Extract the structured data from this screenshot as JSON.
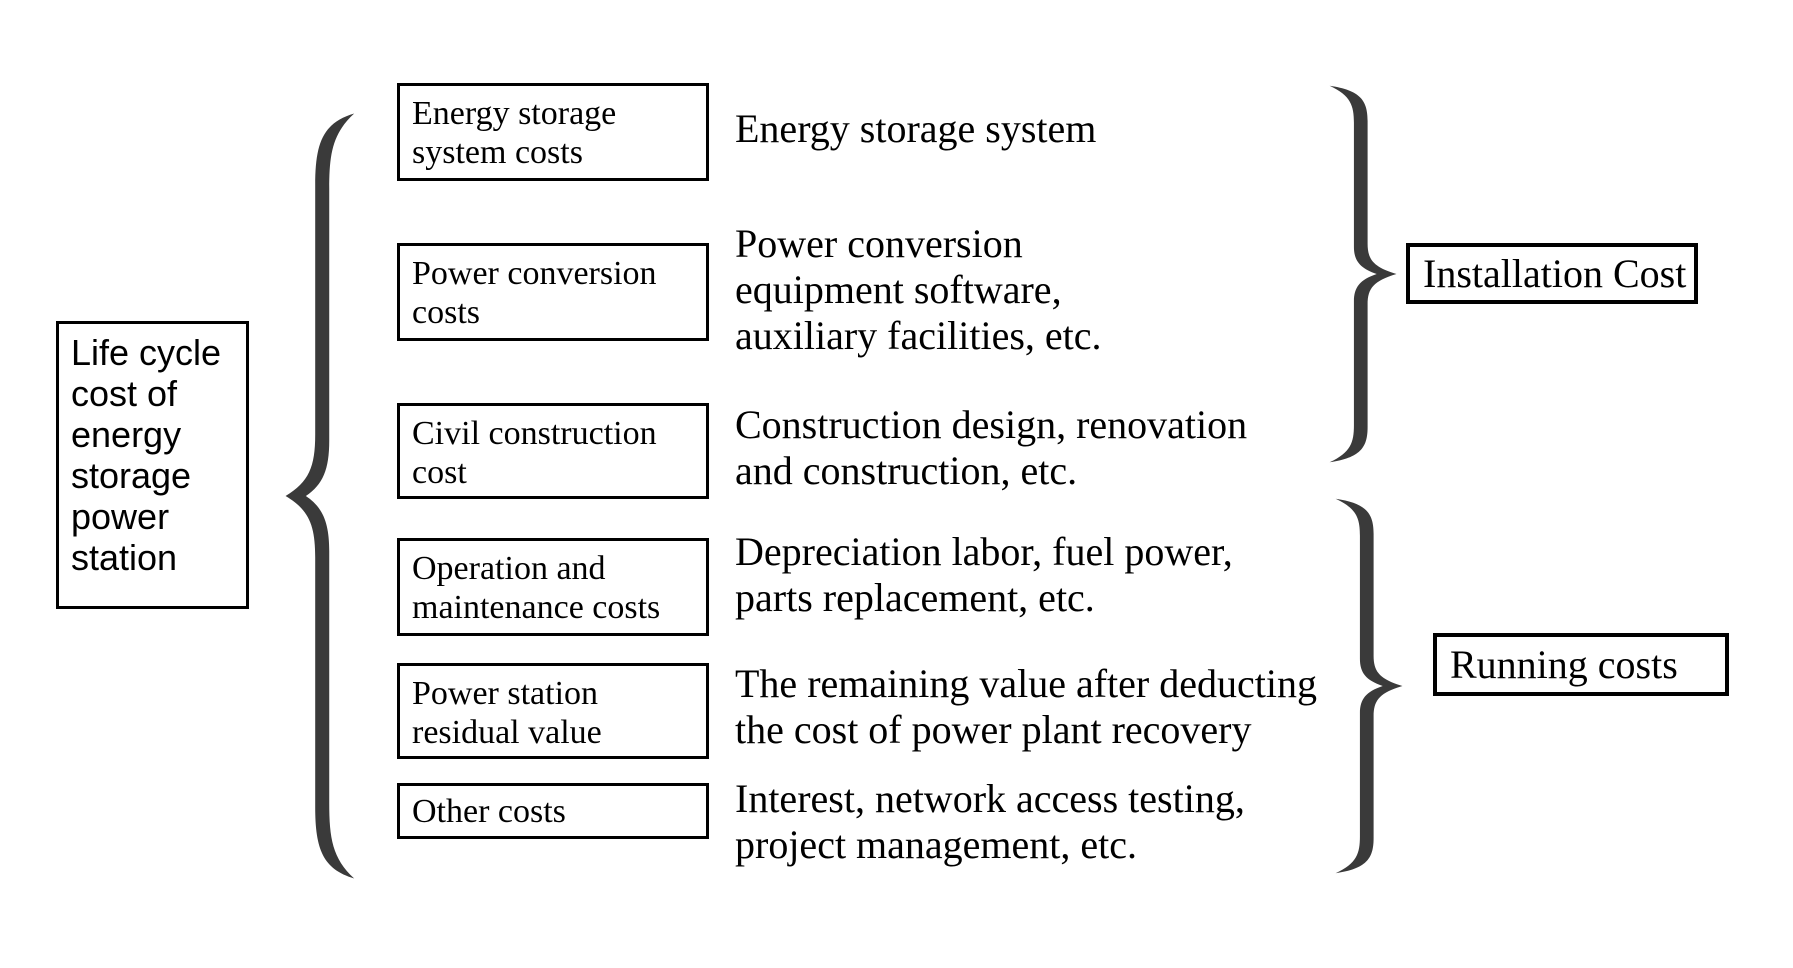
{
  "diagram": {
    "title_implied": "Life cycle cost breakdown of energy storage power station",
    "root": {
      "label": "Life cycle cost of energy storage power station"
    },
    "cost_items": [
      {
        "label": "Energy storage system costs",
        "description": "Energy storage system",
        "group": "Installation Cost"
      },
      {
        "label": "Power conversion costs",
        "description": "Power conversion\nequipment software,\nauxiliary facilities, etc.",
        "group": "Installation Cost"
      },
      {
        "label": "Civil construction cost",
        "description": "Construction design, renovation\nand construction, etc.",
        "group": "Installation Cost"
      },
      {
        "label": "Operation and maintenance costs",
        "description": "Depreciation labor, fuel power,\nparts replacement, etc.",
        "group": "Running costs"
      },
      {
        "label": "Power station residual value",
        "description": "The remaining value after deducting\nthe cost of power plant recovery",
        "group": "Running costs"
      },
      {
        "label": "Other costs",
        "description": "Interest, network access testing,\nproject management, etc.",
        "group": "Running costs"
      }
    ],
    "groups": [
      {
        "label": "Installation Cost"
      },
      {
        "label": "Running costs"
      }
    ],
    "colors": {
      "brace": "#3a3a3a",
      "border": "#000000",
      "text": "#000000",
      "background": "#ffffff"
    }
  }
}
